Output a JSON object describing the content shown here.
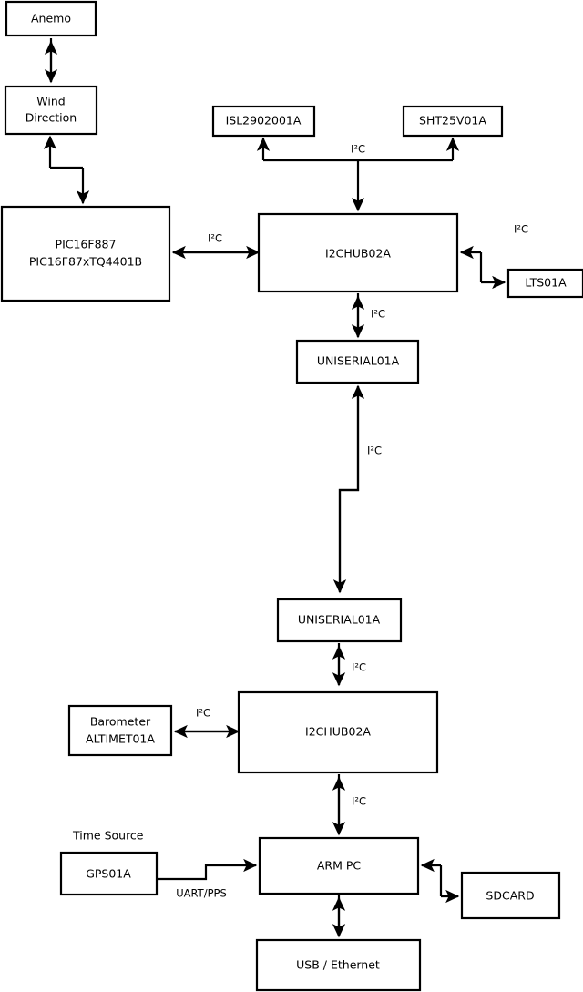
{
  "diagram": {
    "type": "block-diagram",
    "title": "",
    "nodes": [
      {
        "id": "anemo",
        "label": "Anemo"
      },
      {
        "id": "wind",
        "label_line1": "Wind",
        "label_line2": "Direction"
      },
      {
        "id": "pic",
        "label_line1": "PIC16F887",
        "label_line2": "PIC16F87xTQ4401B"
      },
      {
        "id": "isl",
        "label": "ISL2902001A"
      },
      {
        "id": "sht",
        "label": "SHT25V01A"
      },
      {
        "id": "hub_top",
        "label": "I2CHUB02A"
      },
      {
        "id": "lts",
        "label": "LTS01A"
      },
      {
        "id": "uniserial_up",
        "label": "UNISERIAL01A"
      },
      {
        "id": "uniserial_dn",
        "label": "UNISERIAL01A"
      },
      {
        "id": "hub_bottom",
        "label": "I2CHUB02A"
      },
      {
        "id": "barometer",
        "label_line1": "Barometer",
        "label_line2": "ALTIMET01A"
      },
      {
        "id": "gps",
        "label": "GPS01A"
      },
      {
        "id": "armpc",
        "label": "ARM PC"
      },
      {
        "id": "sdcard",
        "label": "SDCARD"
      },
      {
        "id": "usbeth",
        "label": "USB / Ethernet"
      }
    ],
    "edge_labels": {
      "isl_sht_bus": "I²C",
      "pic_hub": "I²C",
      "hub_lts": "I²C",
      "hub_uniserial": "I²C",
      "uniserial_link": "I²C",
      "uniserial_hub2": "I²C",
      "baro_hub2": "I²C",
      "hub2_armpc": "I²C",
      "gps_armpc": "UART/PPS"
    },
    "free_labels": {
      "time_source": "Time Source"
    },
    "colors": {
      "background": "#ffffff",
      "stroke": "#000000",
      "box_fill": "#ffffff",
      "text": "#000000"
    }
  }
}
